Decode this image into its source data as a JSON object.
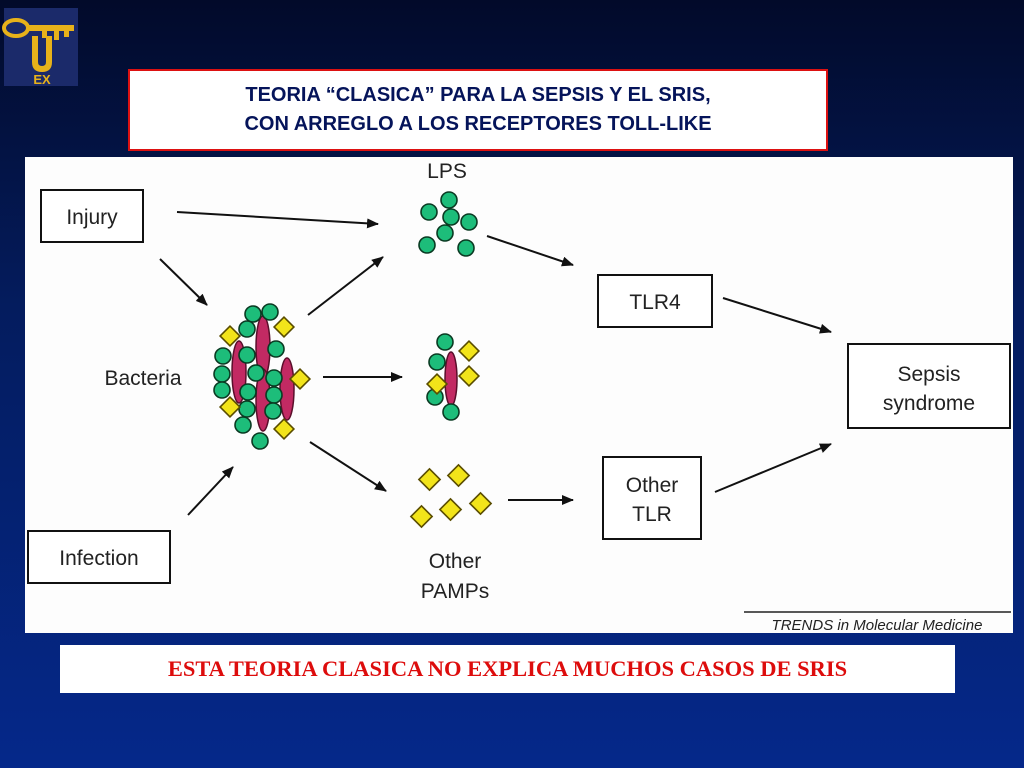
{
  "logo": {
    "text": "EX"
  },
  "title": {
    "line1": "TEORIA “CLASICA” PARA LA SEPSIS Y EL SRIS,",
    "line2": "CON ARREGLO A LOS RECEPTORES TOLL-LIKE"
  },
  "diagram": {
    "injury": "Injury",
    "bacteria": "Bacteria",
    "infection": "Infection",
    "lps": "LPS",
    "other_pamps_1": "Other",
    "other_pamps_2": "PAMPs",
    "tlr4": "TLR4",
    "other_tlr_1": "Other",
    "other_tlr_2": "TLR",
    "sepsis_1": "Sepsis",
    "sepsis_2": "syndrome",
    "credit": "TRENDS in Molecular Medicine"
  },
  "colors": {
    "pamp_green": "#1dbd7a",
    "pamp_yellow": "#f2e41a",
    "bacteria_rod": "#c22a63",
    "title_border": "#dd1111",
    "footer_text": "#dd0c0c"
  },
  "footer": {
    "text": "ESTA TEORIA CLASICA NO EXPLICA MUCHOS CASOS DE SRIS"
  }
}
